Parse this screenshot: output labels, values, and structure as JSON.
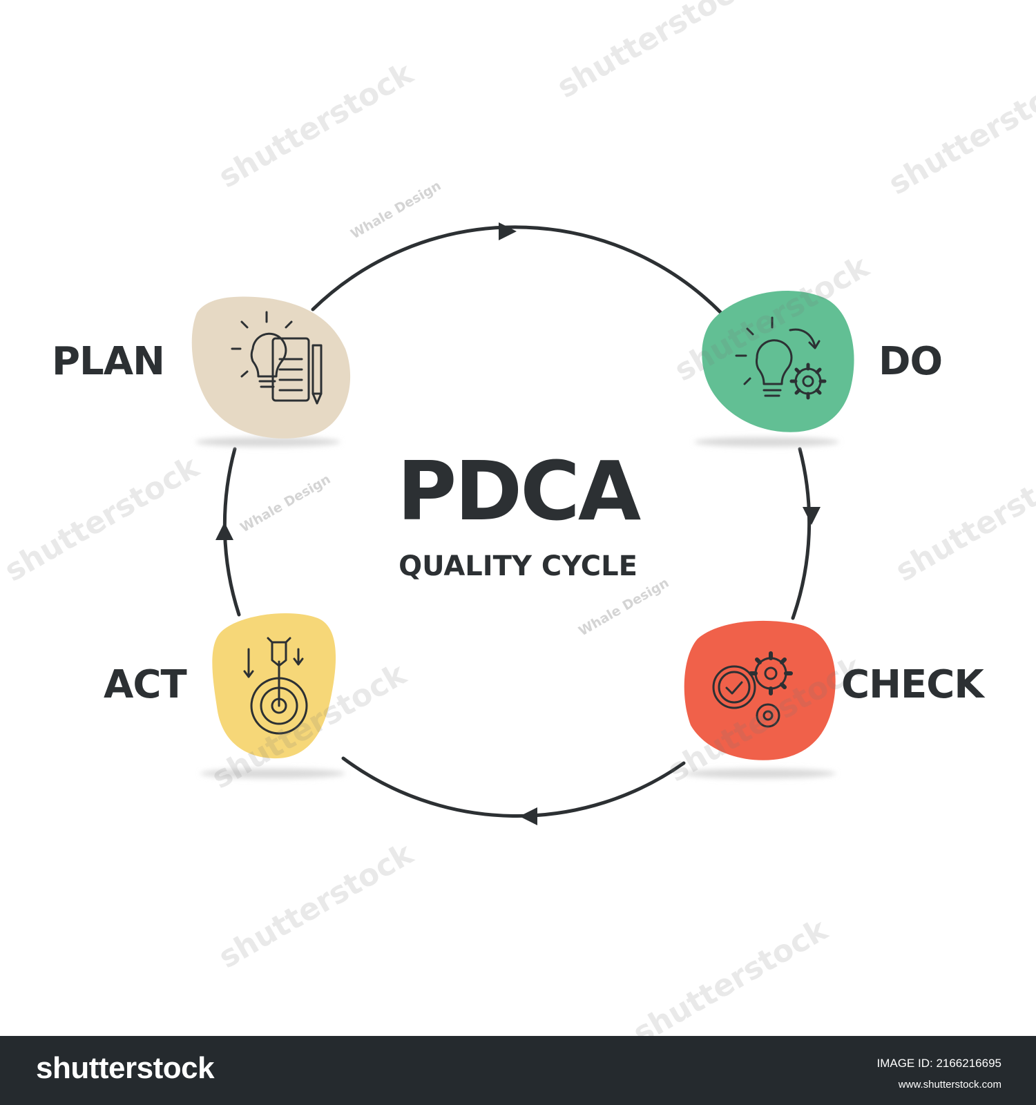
{
  "diagram": {
    "title": "PDCA",
    "subtitle": "QUALITY CYCLE",
    "stages": [
      {
        "label": "PLAN",
        "color": "#e6d9c4",
        "icon": "lightbulb-document-pencil-icon"
      },
      {
        "label": "DO",
        "color": "#62bf94",
        "icon": "lightbulb-gear-icon"
      },
      {
        "label": "CHECK",
        "color": "#f0614a",
        "icon": "checkmark-gears-icon"
      },
      {
        "label": "ACT",
        "color": "#f6d778",
        "icon": "target-arrow-icon"
      }
    ],
    "arrow_color": "#2c3033"
  },
  "watermarks": {
    "stock": "shutterstock",
    "author": "Whale Design"
  },
  "footer": {
    "logo": "shutterstock",
    "image_id": "IMAGE ID: 2166216695",
    "url": "www.shutterstock.com"
  }
}
